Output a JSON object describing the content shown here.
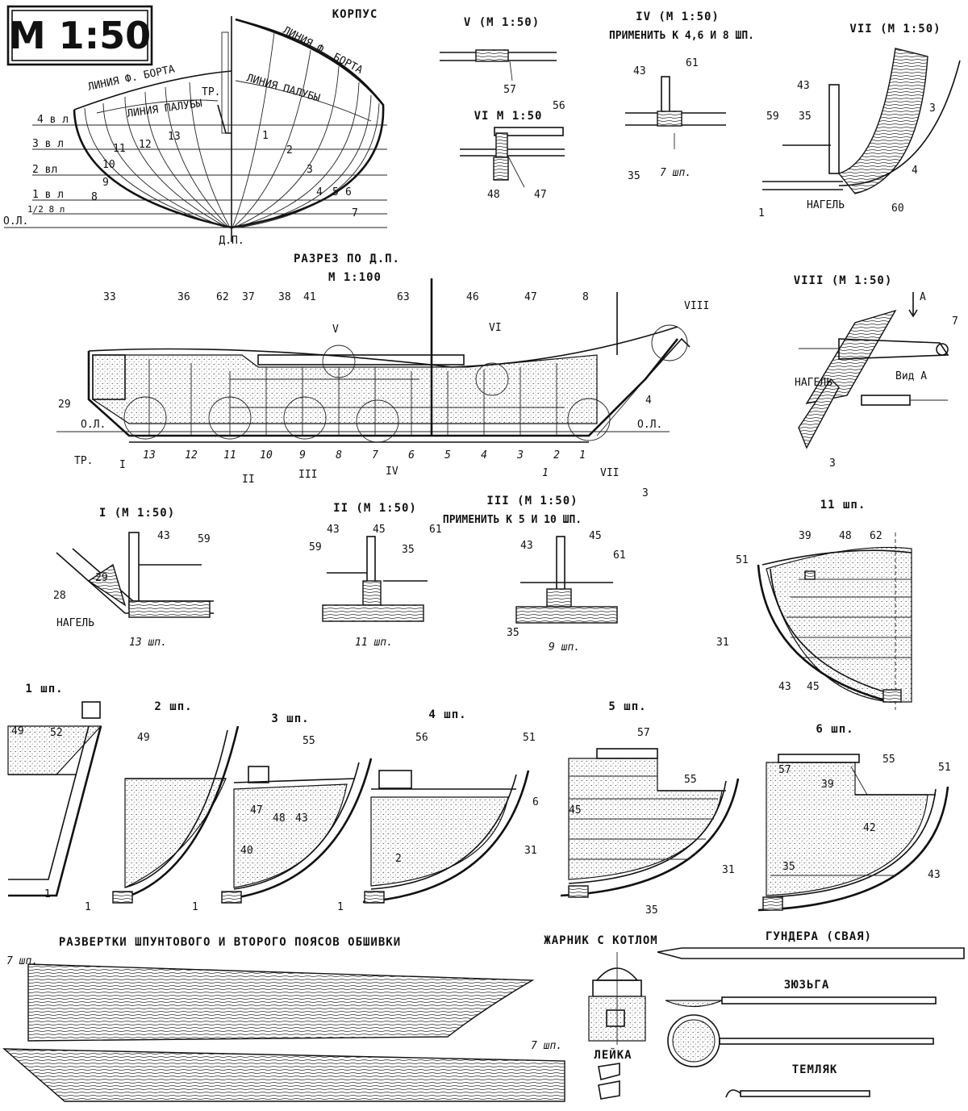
{
  "scale_box": "M 1:50",
  "body_plan": {
    "title": "КОРПУС",
    "sheer_line_left": "ЛИНИЯ Ф. БОРТА",
    "sheer_line_right": "ЛИНИЯ Ф. БОРТА",
    "deck_line_left": "ЛИНИЯ ПАЛУБЫ",
    "deck_line_right": "ЛИНИЯ ПАЛУБЫ",
    "transom": "ТР.",
    "waterlines": [
      "4 в л",
      "3 в л",
      "2 вл",
      "1 в л",
      "1/2 8 л",
      "О.Л."
    ],
    "centerline": "Д.П.",
    "frame_numbers_left": [
      "13",
      "12",
      "11",
      "10",
      "9",
      "8"
    ],
    "frame_numbers_right": [
      "1",
      "2",
      "3",
      "4",
      "5",
      "6",
      "7"
    ]
  },
  "details_top": {
    "v": {
      "title": "V (М 1:50)",
      "labels": [
        "57"
      ]
    },
    "vi": {
      "title": "VI М 1:50",
      "labels": [
        "56",
        "48",
        "47"
      ]
    },
    "iv": {
      "title": "IV (М 1:50)",
      "subtitle": "ПРИМЕНИТЬ К 4,6 И 8 ШП.",
      "labels": [
        "43",
        "61",
        "35"
      ],
      "frame": "7 шп."
    },
    "vii": {
      "title": "VII (М 1:50)",
      "labels": [
        "43",
        "59",
        "35",
        "3",
        "4",
        "1",
        "60"
      ],
      "nail": "НАГЕЛЬ"
    }
  },
  "section": {
    "title": "РАЗРЕЗ ПО Д.П.",
    "scale": "М 1:100",
    "top_labels": [
      "33",
      "36",
      "62",
      "37",
      "38",
      "41",
      "V",
      "63",
      "46",
      "VI",
      "47",
      "8",
      "VIII"
    ],
    "side_labels": [
      "29",
      "О.Л.",
      "О.Л.",
      "4"
    ],
    "bottom_frames": [
      "13",
      "12",
      "11",
      "10",
      "9",
      "8",
      "7",
      "6",
      "5",
      "4",
      "3",
      "2",
      "1"
    ],
    "circle_labels": [
      "I",
      "II",
      "III",
      "IV",
      "VII"
    ],
    "extra": [
      "ТР.",
      "1",
      "3"
    ]
  },
  "detail_viii": {
    "title": "VIII (М 1:50)",
    "view_arrow": "А",
    "view_label": "Вид А",
    "labels": [
      "7",
      "НАГЕЛЬ",
      "3"
    ]
  },
  "details_mid": {
    "i": {
      "title": "I (М 1:50)",
      "labels": [
        "43",
        "59",
        "28",
        "29"
      ],
      "nail": "НАГЕЛЬ",
      "frame": "13 шп."
    },
    "ii": {
      "title": "II (М 1:50)",
      "labels": [
        "43",
        "45",
        "59",
        "35",
        "61"
      ],
      "frame": "11 шп."
    },
    "iii": {
      "title": "III (М 1:50)",
      "subtitle": "ПРИМЕНИТЬ К 5 И 10 ШП.",
      "labels": [
        "43",
        "45",
        "61",
        "35"
      ],
      "frame": "9 шп."
    },
    "f11": {
      "title": "11 шп.",
      "labels": [
        "39",
        "48",
        "62",
        "51",
        "31",
        "43",
        "45"
      ]
    }
  },
  "frames": [
    {
      "title": "1 шп.",
      "labels": [
        "49",
        "52",
        "1"
      ]
    },
    {
      "title": "2 шп.",
      "labels": [
        "49",
        "1"
      ]
    },
    {
      "title": "3 шп.",
      "labels": [
        "55",
        "47",
        "48",
        "43",
        "40",
        "1"
      ]
    },
    {
      "title": "4 шп.",
      "labels": [
        "56",
        "51",
        "6",
        "2",
        "31",
        "1"
      ]
    },
    {
      "title": "5 шп.",
      "labels": [
        "57",
        "55",
        "45",
        "31",
        "35"
      ]
    },
    {
      "title": "6 шп.",
      "labels": [
        "57",
        "55",
        "51",
        "39",
        "42",
        "35",
        "43"
      ]
    }
  ],
  "bottom": {
    "planking_title": "РАЗВЕРТКИ ШПУНТОВОГО И ВТОРОГО ПОЯСОВ ОБШИВКИ",
    "planking_frame_a": "7 шп.",
    "planking_frame_b": "7 шп.",
    "brazier": "ЖАРНИК С КОТЛОМ",
    "bailer": "ЛЕЙКА",
    "pole": "ГУНДЕРА (СВАЯ)",
    "scoop": "ЗЮЗЬГА",
    "hook": "ТЕМЛЯК"
  }
}
